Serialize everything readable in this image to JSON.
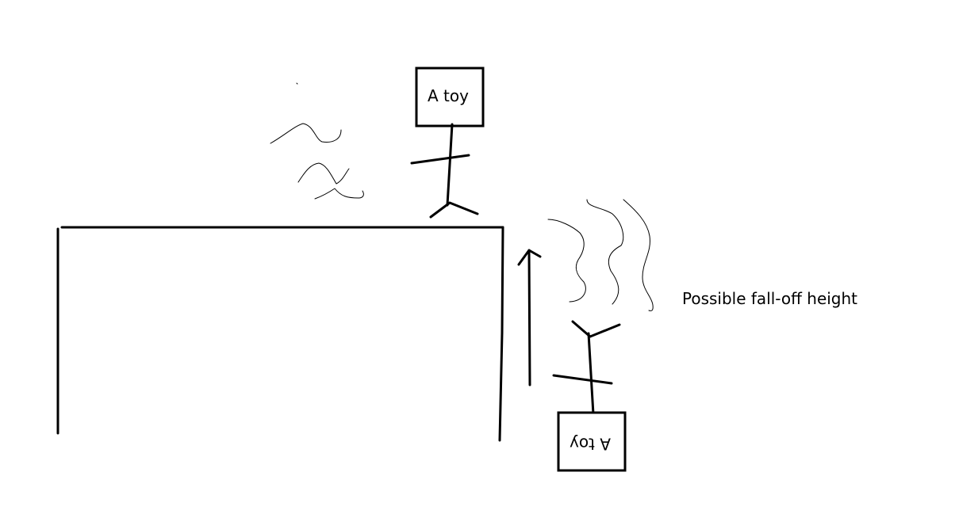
{
  "toy_top": {
    "label": "A toy"
  },
  "toy_bottom": {
    "label": "A toy"
  },
  "height_caption": "Possible fall-off height",
  "colors": {
    "ink": "#000000",
    "background": "#ffffff"
  }
}
